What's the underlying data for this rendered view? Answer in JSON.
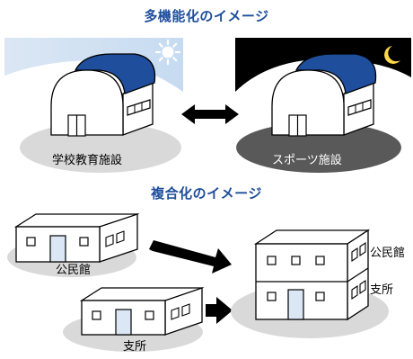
{
  "headings": {
    "multi_function": "多機能化のイメージ",
    "combined": "複合化のイメージ"
  },
  "labels": {
    "school": "学校教育施設",
    "sports": "スポーツ施設",
    "community_center_left": "公民館",
    "branch_left": "支所",
    "community_center_right": "公民館",
    "branch_right": "支所"
  },
  "colors": {
    "heading_text": "#1f4e9c",
    "roof_blue": "#1f4e9c",
    "day_sky": "#c8dcf2",
    "night_sky": "#000000",
    "shadow_light": "#d9d9d9",
    "shadow_dark": "#595959",
    "door_fill": "#dbe7f4",
    "sun": "#ffffff",
    "moon": "#ffd84a"
  },
  "icons": [
    "sun-icon",
    "moon-icon",
    "double-arrow-icon",
    "right-arrow-icon"
  ]
}
